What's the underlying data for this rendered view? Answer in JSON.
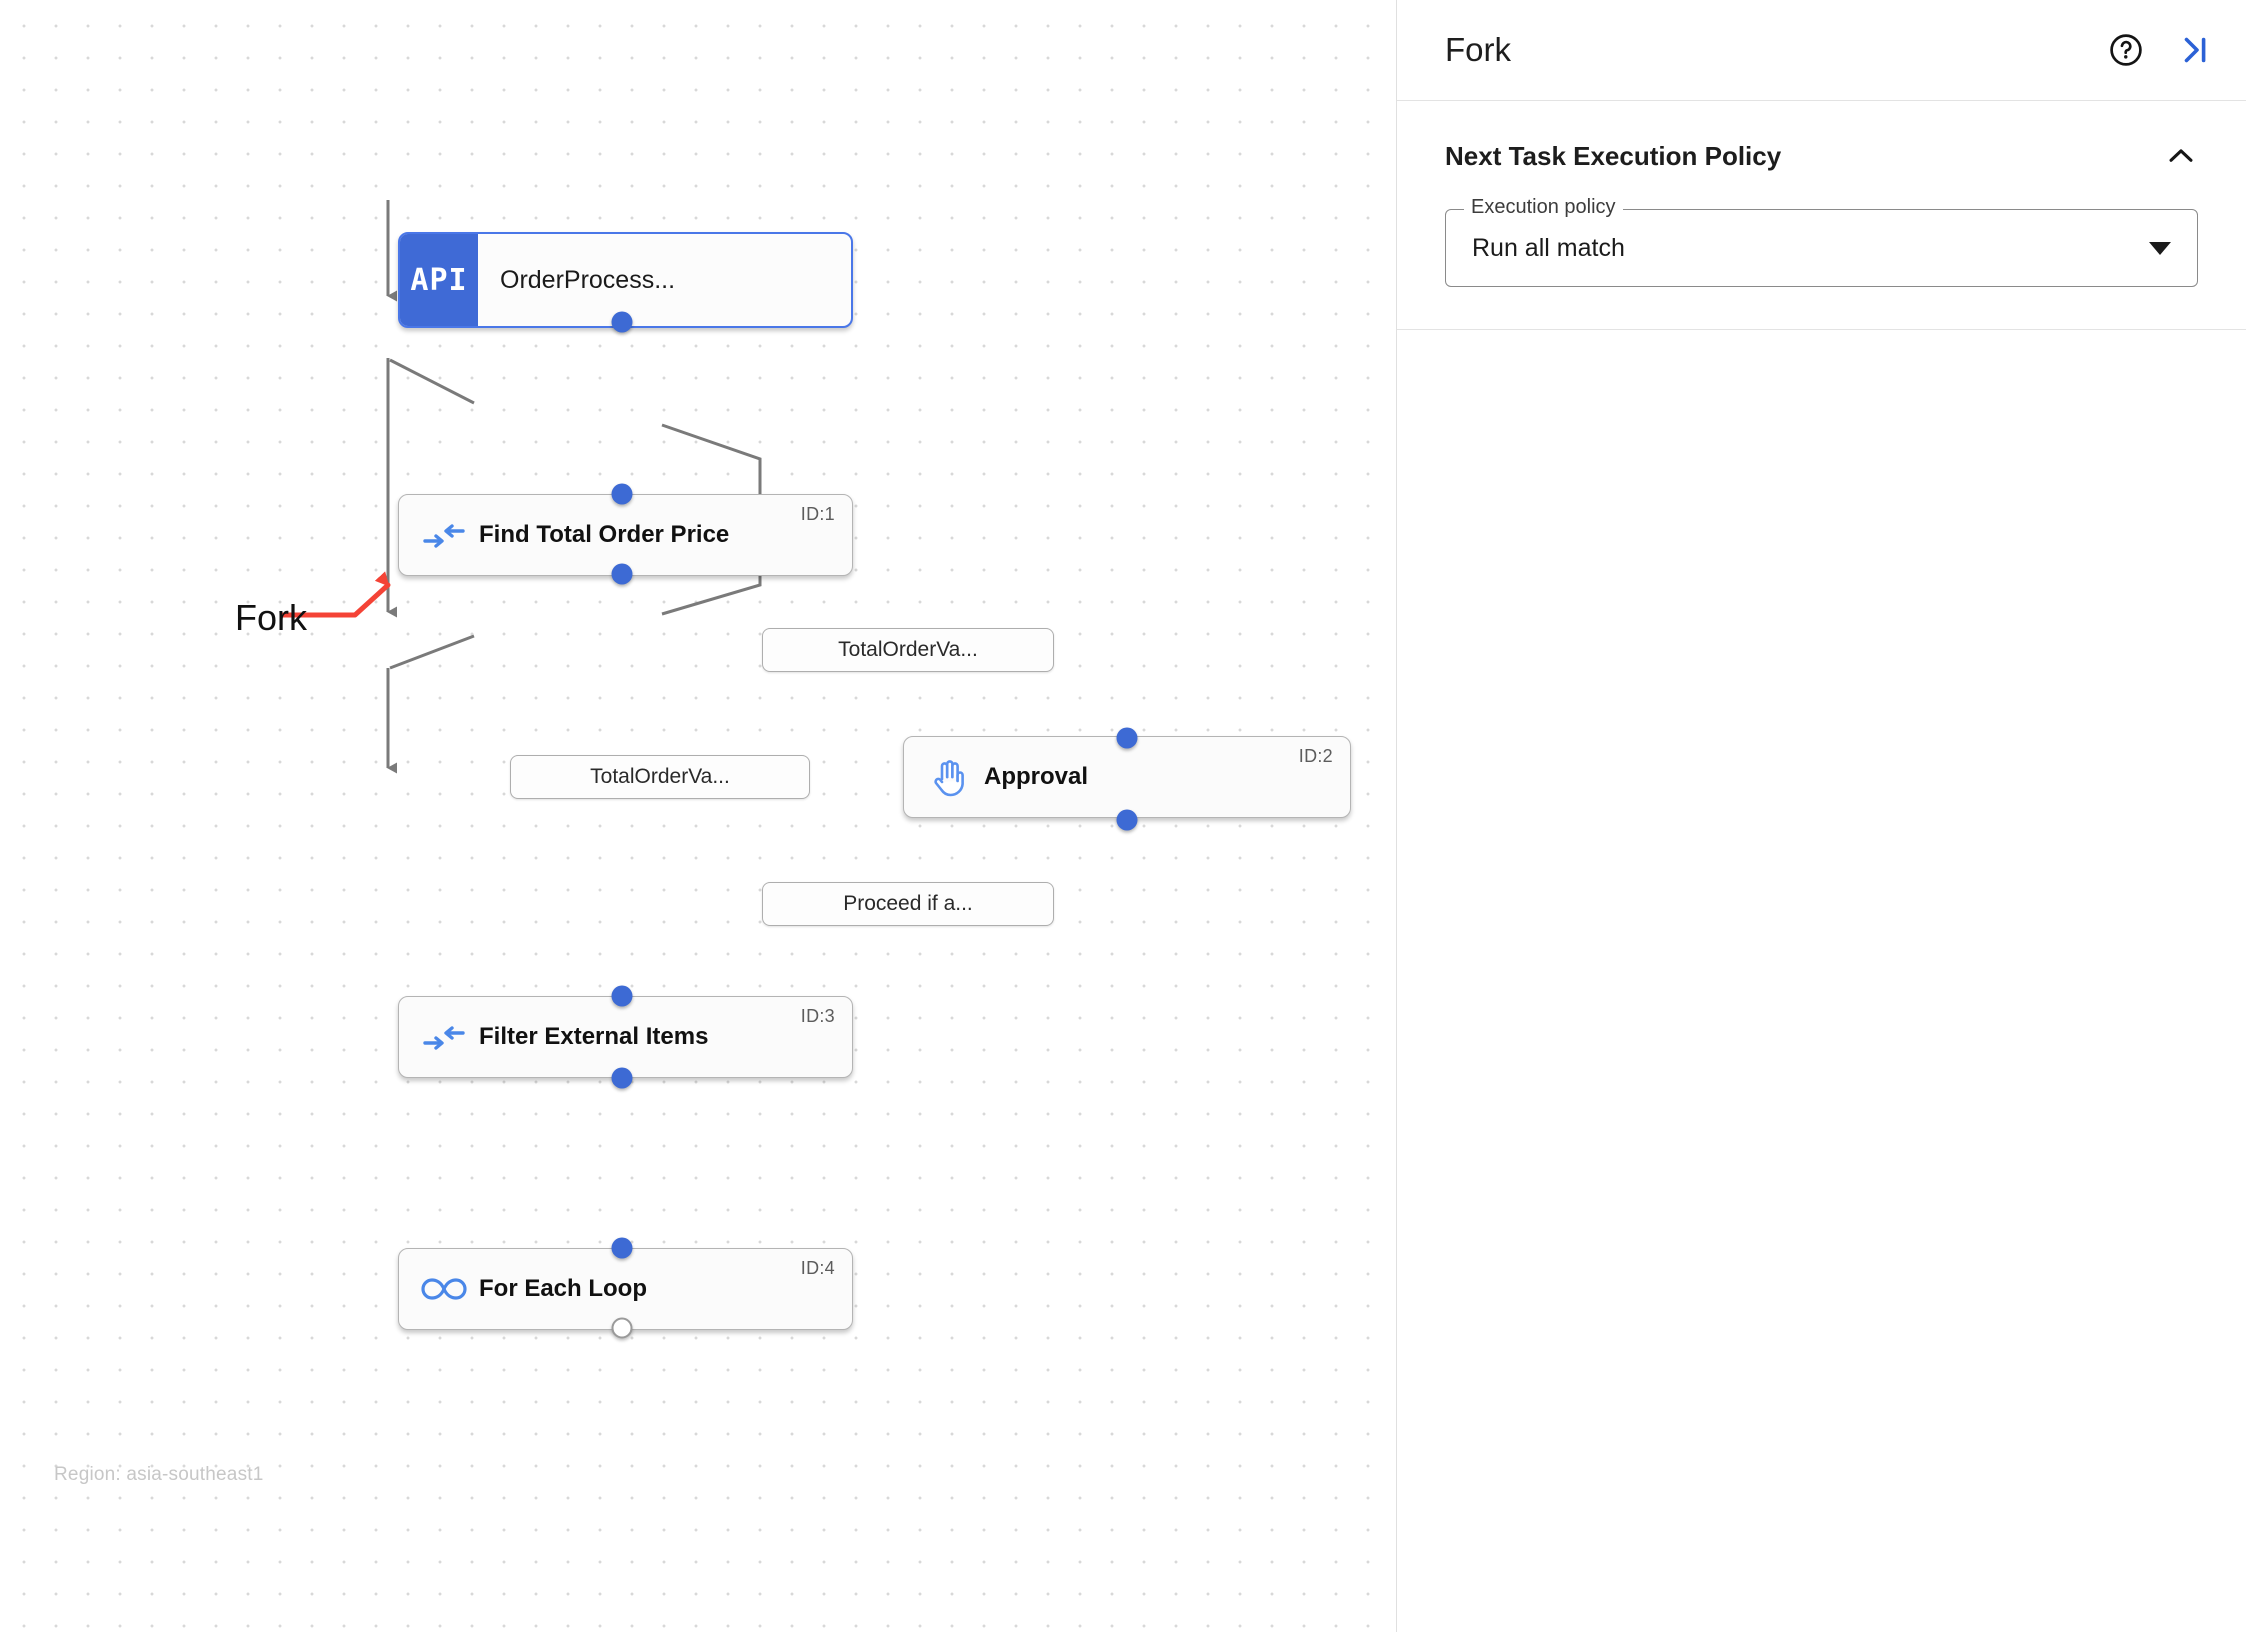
{
  "canvas": {
    "region_label": "Region: asia-southeast1",
    "annotation": {
      "label": "Fork",
      "color": "#f44336"
    },
    "nodes": [
      {
        "key": "trigger",
        "badge": "API",
        "title": "OrderProcess...",
        "id_label": "",
        "icon": "api-badge-icon"
      },
      {
        "key": "task1",
        "badge": "",
        "title": "Find Total Order Price",
        "id_label": "ID:1",
        "icon": "merge-arrows-icon"
      },
      {
        "key": "task2",
        "badge": "",
        "title": "Approval",
        "id_label": "ID:2",
        "icon": "raised-hand-icon"
      },
      {
        "key": "task3",
        "badge": "",
        "title": "Filter External Items",
        "id_label": "ID:3",
        "icon": "merge-arrows-icon"
      },
      {
        "key": "task4",
        "badge": "",
        "title": "For Each Loop",
        "id_label": "ID:4",
        "icon": "infinity-loop-icon"
      }
    ],
    "edge_labels": [
      {
        "key": "e1",
        "text": "TotalOrderVa..."
      },
      {
        "key": "e2",
        "text": "TotalOrderVa..."
      },
      {
        "key": "e3",
        "text": "Proceed if a..."
      }
    ]
  },
  "panel": {
    "title": "Fork",
    "help_icon": "help-circle-icon",
    "collapse_icon": "collapse-panel-right-icon",
    "section": {
      "title": "Next Task Execution Policy",
      "collapse_icon": "chevron-up-icon",
      "field": {
        "legend": "Execution policy",
        "value": "Run all match",
        "caret_icon": "caret-down-icon"
      }
    }
  },
  "colors": {
    "accent_blue": "#3d6ad4",
    "annotation_red": "#f44336",
    "edge_gray": "#7a7a7a"
  }
}
